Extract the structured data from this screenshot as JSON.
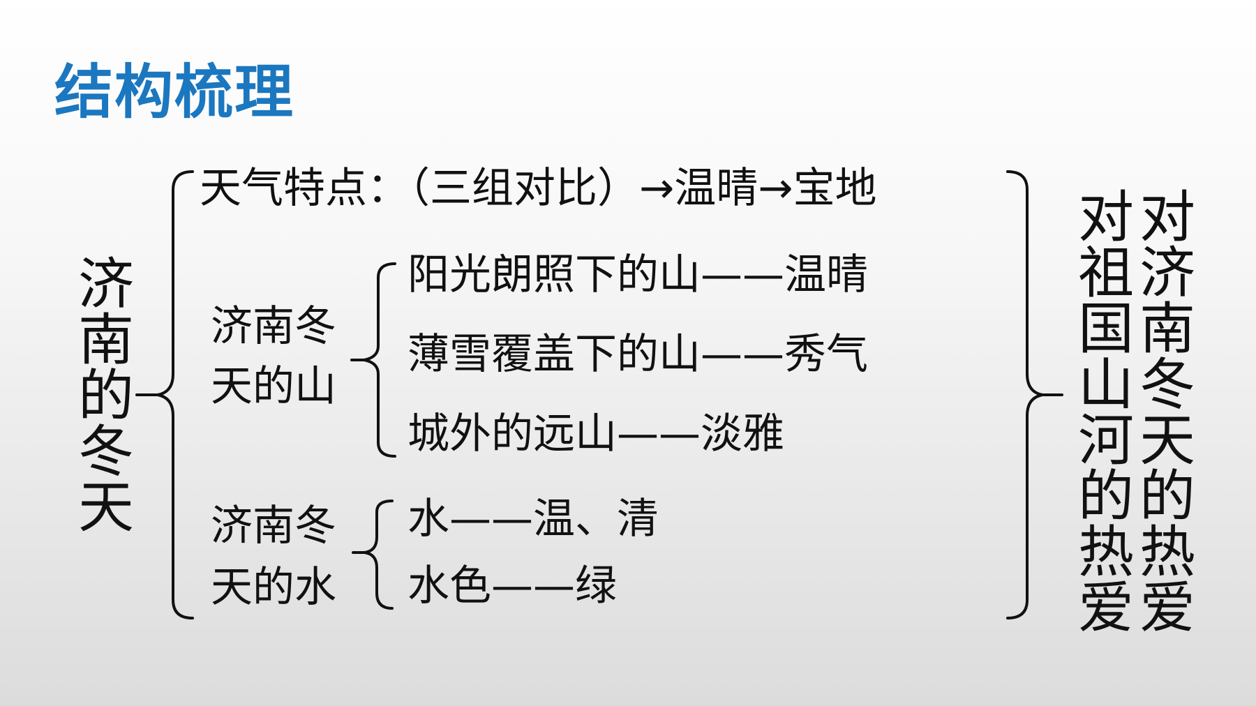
{
  "title": "结构梳理",
  "root": "济南的冬天",
  "weather": {
    "label": "天气特点：",
    "contrast": "（三组对比）",
    "arrow": "→",
    "warm": "温晴",
    "treasure": "宝地"
  },
  "mountain": {
    "label_line1": "济南冬",
    "label_line2": "天的山",
    "items": [
      {
        "name": "阳光朗照下的山",
        "dash": "——",
        "trait": "温晴"
      },
      {
        "name": "薄雪覆盖下的山",
        "dash": "——",
        "trait": "秀气"
      },
      {
        "name": "城外的远山",
        "dash": "——",
        "trait": "淡雅"
      }
    ]
  },
  "water": {
    "label_line1": "济南冬",
    "label_line2": "天的水",
    "items": [
      {
        "name": "水",
        "dash": "——",
        "trait": "温、清"
      },
      {
        "name": "水色",
        "dash": "——",
        "trait": "绿"
      }
    ]
  },
  "conclusion": {
    "love_jinan": "对济南冬天的热爱",
    "love_country": "对祖国山河的热爱"
  }
}
